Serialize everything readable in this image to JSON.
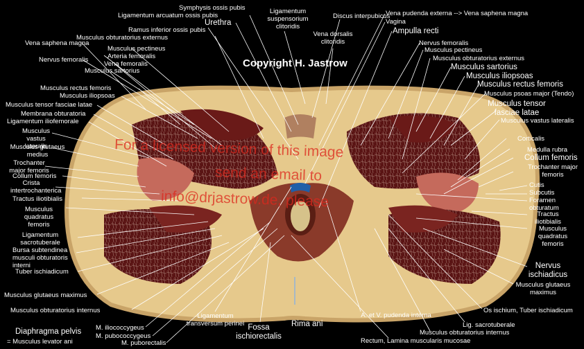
{
  "copyright": "Copyright H. Jastrow",
  "watermark": [
    "For a licensed version of this image",
    "send an email to",
    "info@drjastrow.de, please"
  ],
  "labels_top": {
    "symphysis": "Symphysis ossis pubis",
    "lig_arcuatum": "Ligamentum arcuatum ossis pubis",
    "urethra": "Urethra",
    "ramus_inf": "Ramus inferior ossis pubis",
    "obt_ext_l": "Musculus obturatorius externus",
    "lig_susp": "Ligamentum suspensorium clitoridis",
    "discus": "Discus interpubicus",
    "vena_dors": "Vena dorsalis clitoridis",
    "vena_pud": "Vena pudenda externa --> Vena saphena magna",
    "vagina": "Vagina",
    "ampulla": "Ampulla recti"
  },
  "labels_left": {
    "saphena": "Vena saphena magna",
    "pectineus": "Musculus pectineus",
    "nerv_fem": "Nervus femoralis",
    "art_fem": "Arteria femoralis",
    "ven_fem": "Vena femoralis",
    "sartorius": "Musculus sartorius",
    "rect_fem": "Musculus rectus femoris",
    "iliopsoas": "Musculus iliopsoas",
    "tensor": "Musculus tensor fasciae latae",
    "membrana": "Membrana obturatoria",
    "lig_ilio": "Ligamentum iliofemorale",
    "vastus": "Musculus vastus lateralis",
    "glut_med": "Musculus glutaeus medius",
    "troch": "Trochanter major femoris",
    "collum": "Collum femoris",
    "crista": "Crista intertrochanterica",
    "tractus": "Tractus iliotibialis",
    "quadratus": "Musculus quadratus femoris",
    "lig_sacro": "Ligamentum sacrotuberale",
    "bursa": "Bursa subtendinea musculi obturatoris interni",
    "tuber": "Tuber ischiadicum",
    "glut_max": "Musculus glutaeus maximus",
    "obt_int": "Musculus obturatorius internus",
    "diaphragma": "Diaphragma pelvis",
    "levator": "= Musculus levator ani",
    "iliococ": "M. iliococcygeus",
    "pubococ": "M. pubococcygeus",
    "puborect": "M. puborectalis"
  },
  "labels_bottom": {
    "lig_transv": "Ligamentum transversum perinei",
    "fossa": "Fossa ischiorectalis",
    "rima": "Rima ani",
    "pudenda_int": "A. et V. pudenda interna",
    "rectum": "Rectum, Lamina muscularis mucosae",
    "obt_int_r": "Musculus obturatorius internus",
    "lig_sacro_r": "Lig. sacrotuberale",
    "os_ischium": "Os ischium, Tuber ischiadicum"
  },
  "labels_right": {
    "nerv_fem_r": "Nervus femoralis",
    "pectineus_r": "Musculus pectineus",
    "obt_ext_r": "Musculus obturatorius externus",
    "sartorius_r": "Musculus sartorius",
    "iliopsoas_r": "Musculus iliopsoas",
    "rect_fem_r": "Musculus rectus femoris",
    "psoas": "Musculus psoas major (Tendo)",
    "tensor_r": "Musculus tensor fasciae latae",
    "vastus_r": "Musculus vastus lateralis",
    "corticalis": "Corticalis",
    "medulla": "Medulla rubra",
    "collum_r": "Collum femoris",
    "troch_r": "Trochanter major femoris",
    "cutis": "Cutis",
    "subcutis": "Subcutis",
    "foramen": "Foramen obturatum",
    "tractus_r": "Tractus iliotibialis",
    "quadratus_r": "Musculus quadratus femoris",
    "nerv_isch": "Nervus ischiadicus",
    "glut_max_r": "Musculus glutaeus maximus"
  }
}
